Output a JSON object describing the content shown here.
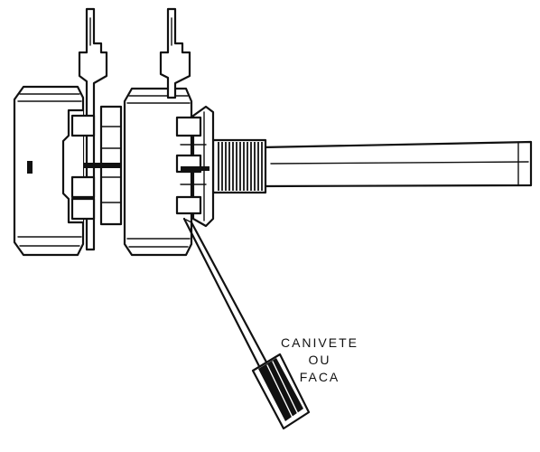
{
  "diagram": {
    "label_lines": [
      "CANIVETE",
      "OU",
      "FACA"
    ]
  }
}
